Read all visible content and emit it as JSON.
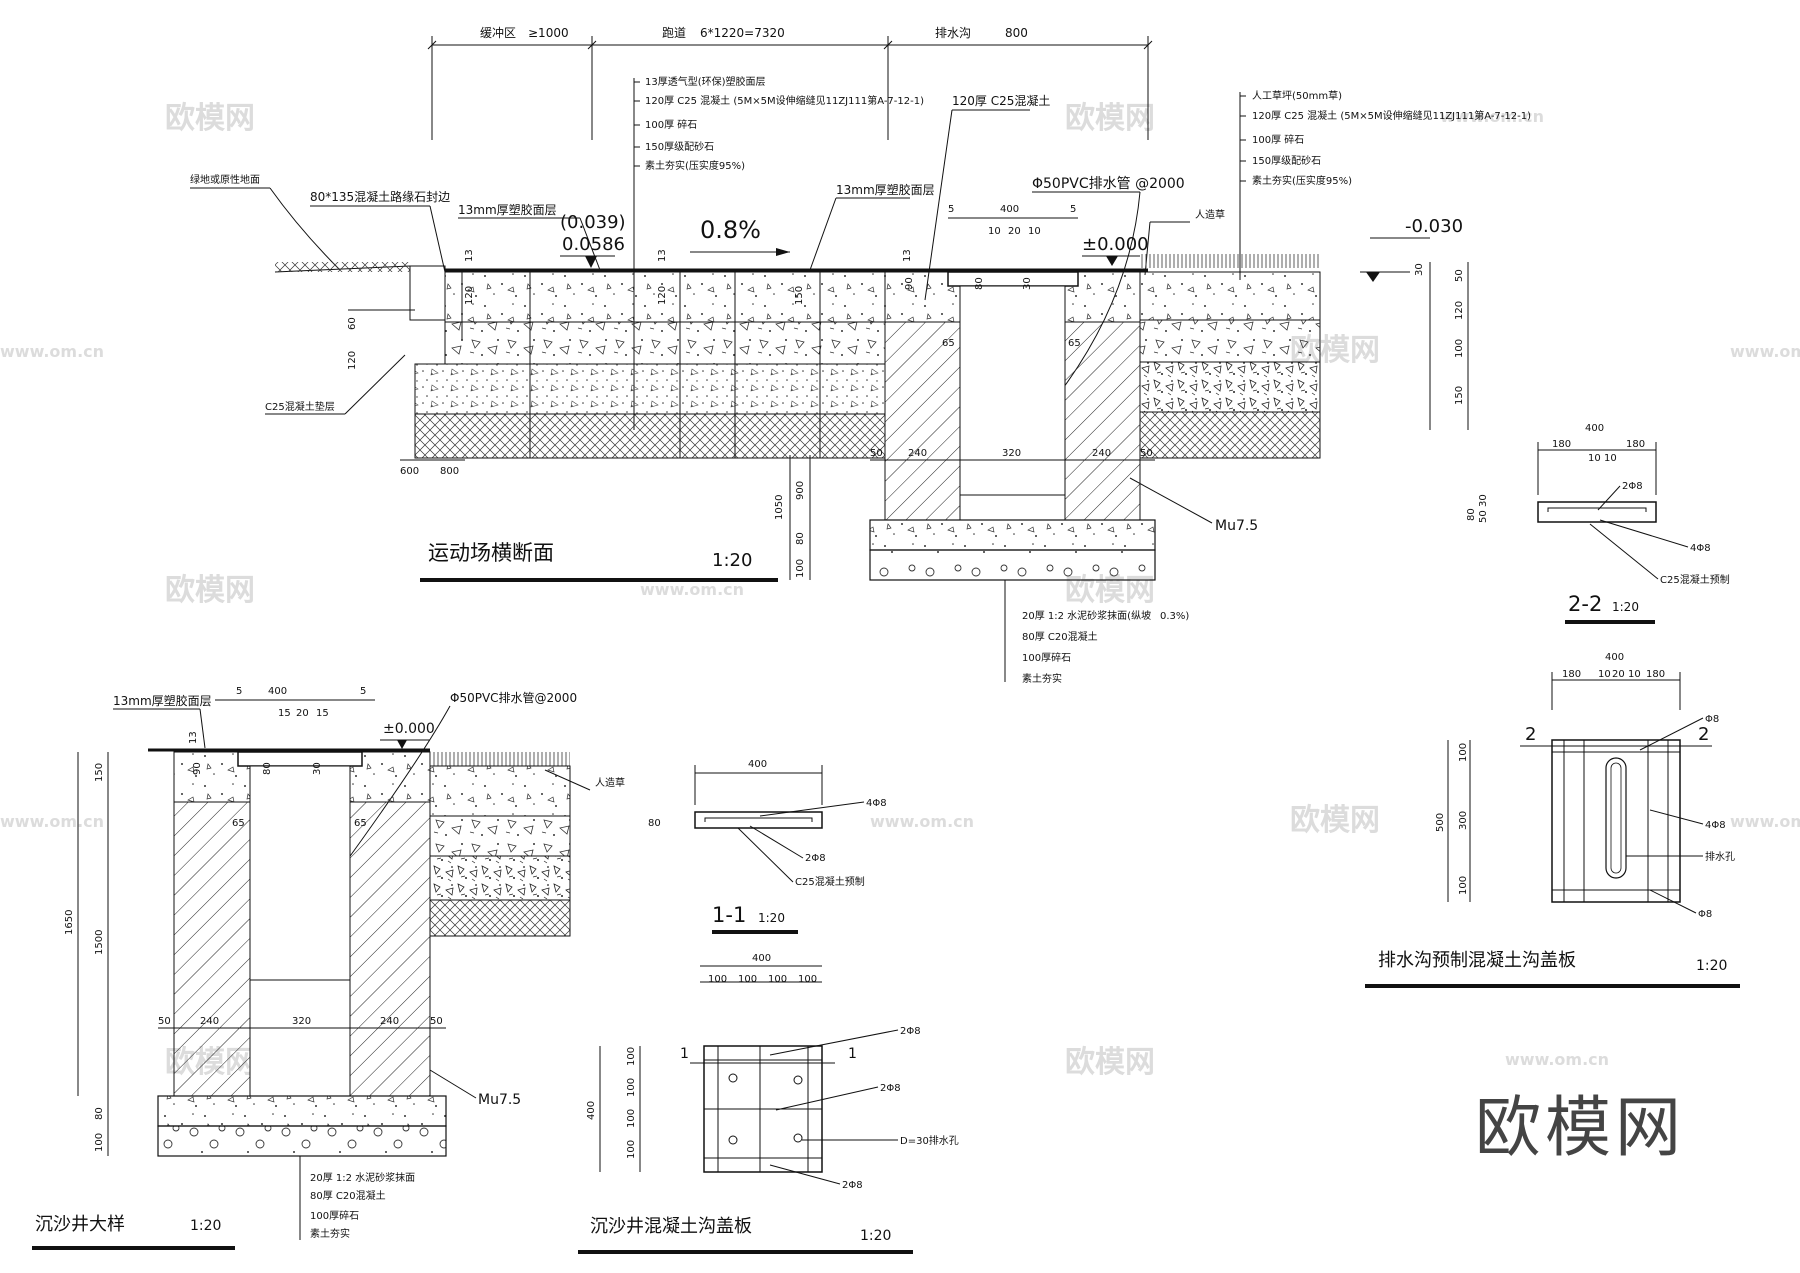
{
  "drawing": {
    "main_section": {
      "title": "运动场横断面",
      "scale": "1:20",
      "top_dims": [
        {
          "label": "缓冲区",
          "value": "≥1000"
        },
        {
          "label": "跑道",
          "value": "6*1220=7320"
        },
        {
          "label": "排水沟",
          "value": "800"
        }
      ],
      "track_layers": [
        "13厚透气型(环保)塑胶面层",
        "120厚 C25 混凝土 (5M×5M设伸缩缝见11ZJ111第A-7-12-1)",
        "100厚 碎石",
        "150厚级配砂石",
        "素土夯实(压实度95%)"
      ],
      "grass_layers": [
        "人工草坪(50mm草)",
        "120厚 C25 混凝土 (5M×5M设伸缩缝见11ZJ111第A-7-12-1)",
        "100厚 碎石",
        "150厚级配砂石",
        "素土夯实(压实度95%)"
      ],
      "labels": {
        "planting": "绿地或原性地面",
        "curb": "80*135混凝土路缘石封边",
        "rubber": "13mm厚塑胶面层",
        "rubber2": "13mm厚塑胶面层",
        "ditch_concrete": "120厚 C25混凝土",
        "pipe": "Φ50PVC排水管 @2000",
        "turf": "人造草",
        "c25_base": "C25混凝土垫层",
        "mu": "Mu7.5"
      },
      "elevations": {
        "e1": "(0.039)",
        "e2": "0.0586",
        "slope": "0.8%",
        "zero": "±0.000",
        "right": "-0.030"
      },
      "bottom_layers": [
        "20厚 1:2 水泥砂浆抹面(纵坡",
        "80厚 C20混凝土",
        "100厚碎石",
        "素土夯实"
      ],
      "bottom_slope": "0.3%)",
      "dims": {
        "d13a": "13",
        "d120a": "120",
        "d13b": "13",
        "d120b": "120",
        "d150": "150",
        "d13c": "13",
        "d90": "90",
        "d80": "80",
        "d30": "30",
        "d65a": "65",
        "d65b": "65",
        "d5a": "5",
        "d400": "400",
        "d5b": "5",
        "d10": "10",
        "d20": "20",
        "d10b": "10",
        "d60": "60",
        "d120c": "120",
        "d600": "600",
        "d800": "800",
        "d50a": "50",
        "d240a": "240",
        "d320": "320",
        "d240b": "240",
        "d50b": "50",
        "d1050": "1050",
        "d900": "900",
        "d80b": "80",
        "d100": "100",
        "r30": "30",
        "r50": "50",
        "r120": "120",
        "r100": "100",
        "r150": "150"
      }
    },
    "detail_well": {
      "title": "沉沙井大样",
      "scale": "1:20",
      "labels": {
        "rubber": "13mm厚塑胶面层",
        "pipe": "Φ50PVC排水管@2000",
        "turf": "人造草",
        "mu": "Mu7.5",
        "zero": "±0.000"
      },
      "bottom_layers": [
        "20厚 1:2 水泥砂浆抹面",
        "80厚 C20混凝土",
        "100厚碎石",
        "素土夯实"
      ],
      "dims": {
        "d5a": "5",
        "d400": "400",
        "d5b": "5",
        "d15a": "15",
        "d20": "20",
        "d15b": "15",
        "d13": "13",
        "d90": "90",
        "d80": "80",
        "d30": "30",
        "d65a": "65",
        "d65b": "65",
        "d150": "150",
        "d1650": "1650",
        "d1500": "1500",
        "d50a": "50",
        "d240a": "240",
        "d320": "320",
        "d240b": "240",
        "d50b": "50",
        "d80b": "80",
        "d100": "100"
      }
    },
    "section_11": {
      "title": "1-1",
      "scale": "1:20",
      "labels": {
        "w": "400",
        "h": "80",
        "r1": "4Φ8",
        "r2": "2Φ8",
        "c": "C25混凝土预制"
      }
    },
    "well_cover": {
      "title": "沉沙井混凝土沟盖板",
      "scale": "1:20",
      "labels": {
        "w": "400",
        "h": "400",
        "r1": "2Φ8",
        "r2": "2Φ8",
        "r3": "2Φ8",
        "hole": "D=30排水孔",
        "s1": "1",
        "s2": "1"
      },
      "top_dims": [
        "100",
        "100",
        "100",
        "100"
      ],
      "side_dims": [
        "100",
        "100",
        "100",
        "100"
      ]
    },
    "section_22": {
      "title": "2-2",
      "scale": "1:20",
      "labels": {
        "w": "400",
        "a": "180",
        "b": "10",
        "c": "10",
        "d": "180",
        "h80": "80",
        "h50": "50",
        "h30": "30",
        "r1": "2Φ8",
        "r2": "4Φ8",
        "conc": "C25混凝土预制"
      }
    },
    "ditch_cover": {
      "title": "排水沟预制混凝土沟盖板",
      "scale": "1:20",
      "labels": {
        "w": "400",
        "a": "180",
        "b": "10",
        "c": "20",
        "d": "10",
        "e": "180",
        "s1": "2",
        "s2": "2",
        "h500": "500",
        "h100a": "100",
        "h300": "300",
        "h100b": "100",
        "r1": "Φ8",
        "r2": "4Φ8",
        "r3": "Φ8",
        "slot": "排水孔"
      }
    },
    "logo": "欧模网",
    "watermark": {
      "cn": "欧模网",
      "url": "www.om.cn"
    }
  },
  "colors": {
    "line": "#111111",
    "watermark": "#dcdcdc",
    "logo": "#444444"
  }
}
